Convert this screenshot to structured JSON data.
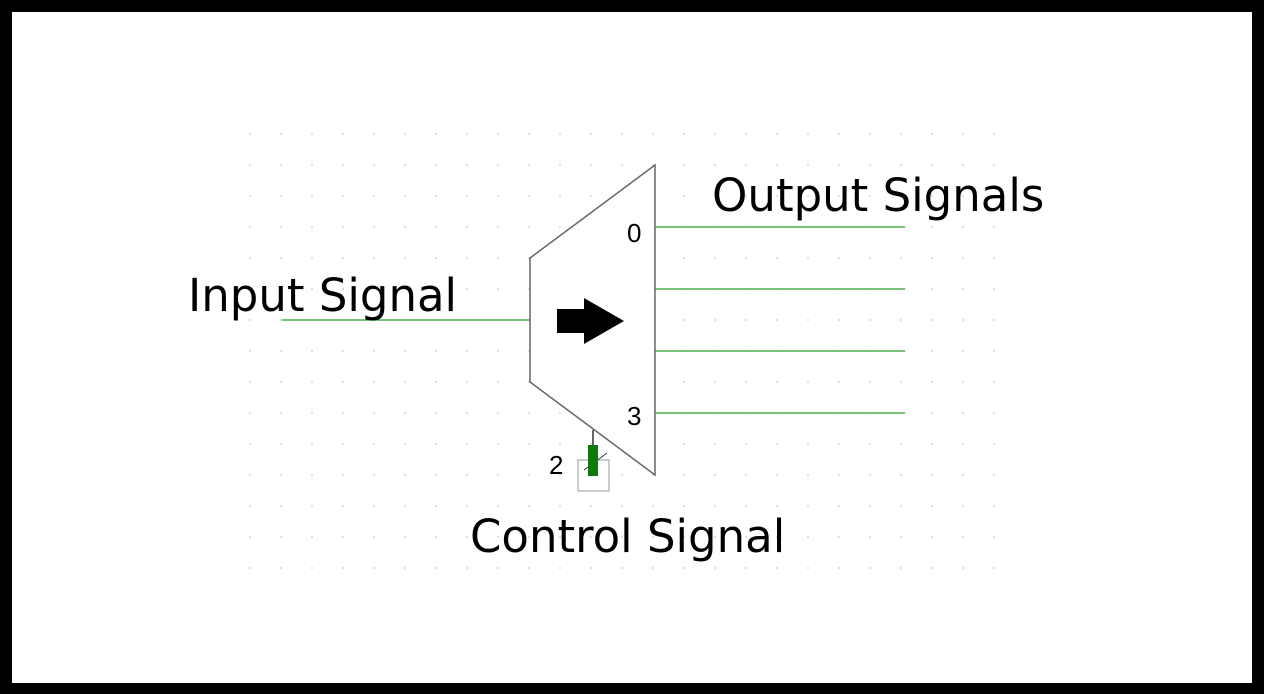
{
  "labels": {
    "input": "Input Signal",
    "outputs": "Output Signals",
    "control": "Control Signal"
  },
  "demux": {
    "first_output_index": "0",
    "last_output_index": "3",
    "select_bit_width": "2",
    "output_count": 4
  },
  "colors": {
    "wire": "#4caf50",
    "select_pin": "#0a7a0a",
    "body_outline": "#666666",
    "grid_dot": "#c8c8c8",
    "background": "#ffffff",
    "frame": "#000000"
  },
  "icons": {
    "direction": "right-arrow-icon"
  }
}
